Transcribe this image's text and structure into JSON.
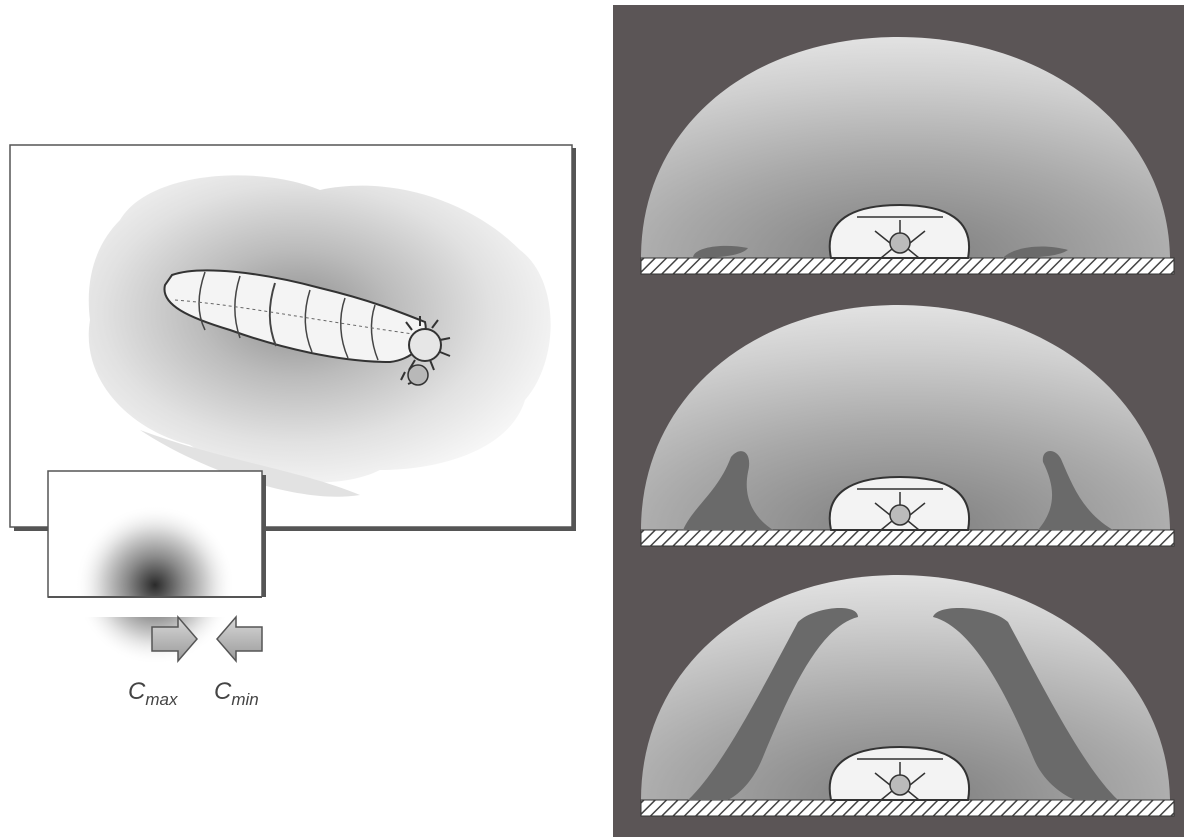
{
  "legend": {
    "cmax": {
      "base": "C",
      "sub": "max"
    },
    "cmin": {
      "base": "C",
      "sub": "min"
    }
  },
  "icons": [
    "arrow-right-icon",
    "arrow-left-icon"
  ],
  "colors": {
    "background": "#ffffff",
    "right_panel": "#5b5556",
    "dome_light": "#d8d8d8",
    "dome_dark": "#8a8a8a",
    "worm_fill": "#f4f4f4",
    "outline": "#333333"
  }
}
